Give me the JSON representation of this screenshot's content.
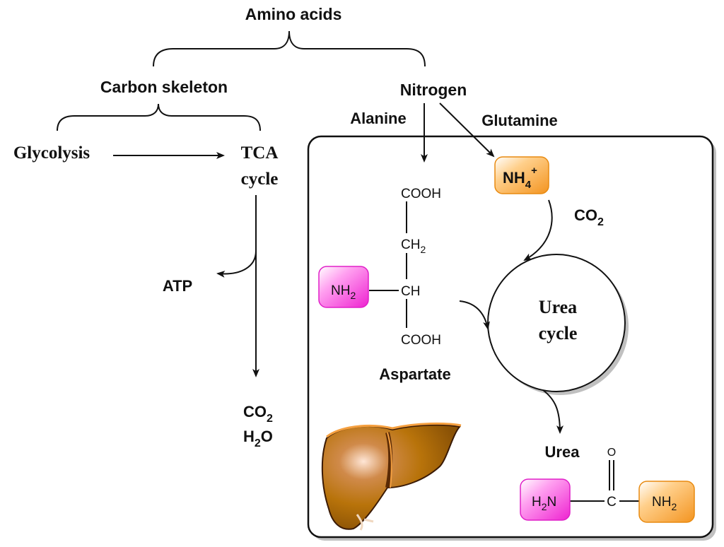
{
  "title": "Amino acid catabolism: carbon skeleton and nitrogen fate",
  "top": {
    "amino_acids": "Amino acids",
    "carbon_skeleton": "Carbon skeleton",
    "nitrogen": "Nitrogen"
  },
  "carbon_path": {
    "glycolysis": "Glycolysis",
    "tca_line1": "TCA",
    "tca_line2": "cycle",
    "atp": "ATP",
    "co2": "CO",
    "co2_sub": "2",
    "h2o_h": "H",
    "h2o_sub": "2",
    "h2o_o": "O"
  },
  "nitrogen_path": {
    "alanine": "Alanine",
    "glutamine": "Glutamine",
    "nh4": "NH",
    "nh4_sub": "4",
    "nh4_sup": "+",
    "co2": "CO",
    "co2_sub": "2"
  },
  "aspartate": {
    "name": "Aspartate",
    "cooh_top": "COOH",
    "ch2": "CH",
    "ch2_sub": "2",
    "ch": "CH",
    "nh2": "NH",
    "nh2_sub": "2",
    "cooh_bottom": "COOH"
  },
  "urea_cycle": {
    "line1": "Urea",
    "line2": "cycle"
  },
  "urea": {
    "name": "Urea",
    "o": "O",
    "c": "C",
    "h2n_h": "H",
    "h2n_sub": "2",
    "h2n_n": "N",
    "nh2": "NH",
    "nh2_sub": "2"
  },
  "colors": {
    "nitrogen_from_aspartate": "#ff33dd",
    "nitrogen_from_ammonia": "#f7a030",
    "liver": "#b8730a",
    "liver_dark": "#5a2a05",
    "box_shadow": "#c0c0c0"
  },
  "icons": {
    "liver": "liver-organ-illustration"
  }
}
